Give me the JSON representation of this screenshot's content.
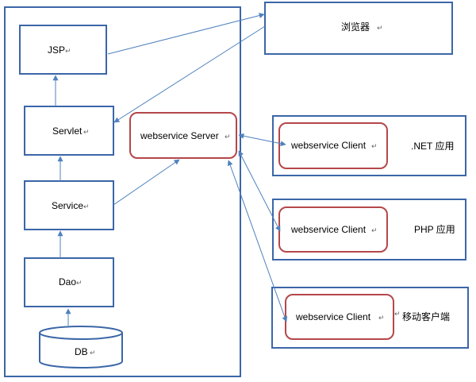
{
  "layers": {
    "jsp": "JSP",
    "servlet": "Servlet",
    "service": "Service",
    "dao": "Dao",
    "db": "DB"
  },
  "browser": "浏览器",
  "server": "webservice Server",
  "clients": [
    {
      "label": "webservice Client",
      "app": ".NET 应用"
    },
    {
      "label": "webservice Client",
      "app": "PHP 应用"
    },
    {
      "label": "webservice Client",
      "app": "移动客户端"
    }
  ],
  "colors": {
    "blue": "#3B66A8",
    "red": "#B5474A",
    "arrow": "#4F81BD"
  }
}
